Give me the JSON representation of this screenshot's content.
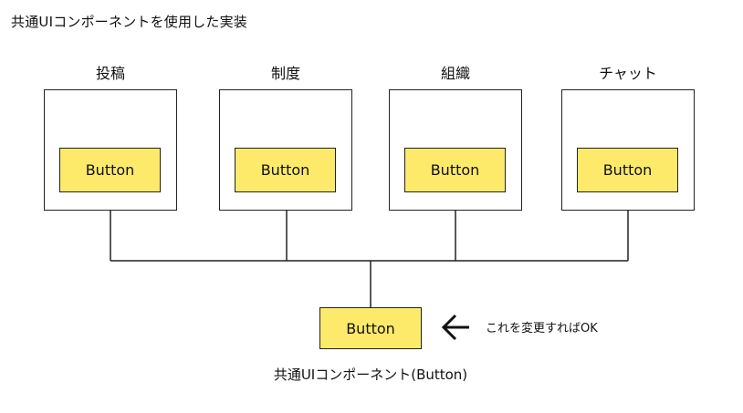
{
  "title": "共通UIコンポーネントを使用した実装",
  "modules": [
    {
      "label": "投稿",
      "button_label": "Button"
    },
    {
      "label": "制度",
      "button_label": "Button"
    },
    {
      "label": "組織",
      "button_label": "Button"
    },
    {
      "label": "チャット",
      "button_label": "Button"
    }
  ],
  "shared_component": {
    "button_label": "Button",
    "caption": "共通UIコンポーネント(Button)"
  },
  "annotation": {
    "text": "これを変更すればOK",
    "icon": "arrow-left-icon"
  },
  "colors": {
    "button_fill": "#fdea6b",
    "border": "#222222",
    "line": "#222222"
  }
}
